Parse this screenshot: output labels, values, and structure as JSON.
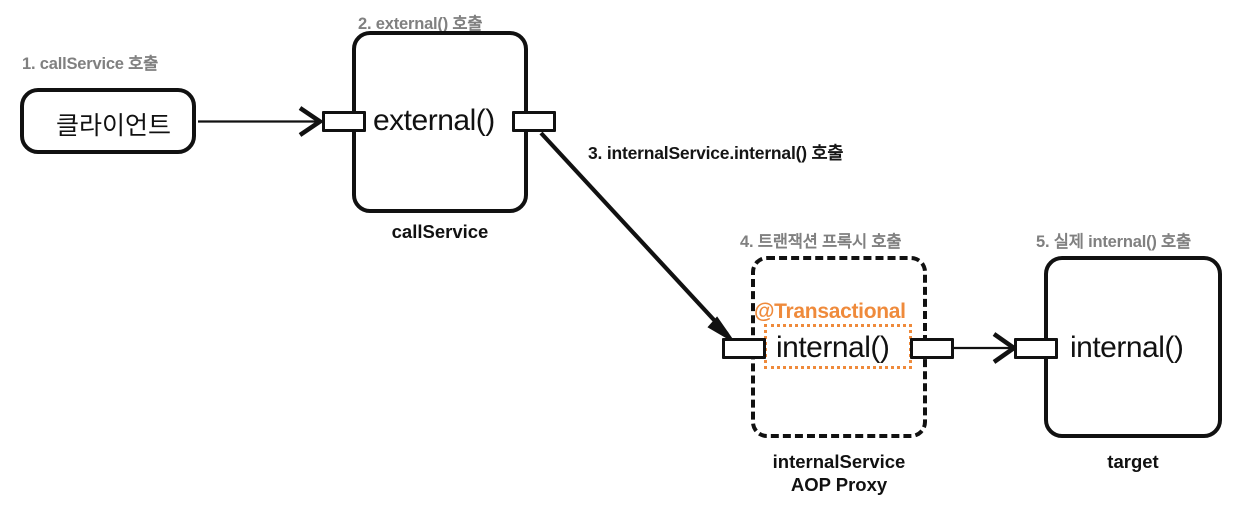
{
  "diagram": {
    "title": "Spring AOP Proxy self-invocation call flow",
    "colors": {
      "stroke": "#111111",
      "label_gray": "#808080",
      "label_dark": "#151515",
      "accent_orange": "#ef8a3b",
      "background": "#ffffff"
    }
  },
  "steps": [
    {
      "id": "step-1",
      "text": "1. callService 호출",
      "tone": "gray"
    },
    {
      "id": "step-2",
      "text": "2. external() 호출",
      "tone": "gray"
    },
    {
      "id": "step-3",
      "text": "3. internalService.internal() 호출",
      "tone": "dark"
    },
    {
      "id": "step-4",
      "text": "4. 트랜잭션 프록시 호출",
      "tone": "gray"
    },
    {
      "id": "step-5",
      "text": "5. 실제 internal() 호출",
      "tone": "gray"
    }
  ],
  "nodes": {
    "client": {
      "name": "클라이언트",
      "caption": ""
    },
    "call_service": {
      "method": "external()",
      "caption": "callService"
    },
    "proxy": {
      "method": "internal()",
      "annotation": "@Transactional",
      "caption_line1": "internalService",
      "caption_line2": "AOP Proxy",
      "border_style": "dashed"
    },
    "target": {
      "method": "internal()",
      "caption": "target"
    }
  },
  "connections": [
    {
      "id": "conn-client-to-external",
      "from": "client",
      "to": "call_service",
      "style": "thin-open-arrow"
    },
    {
      "id": "conn-external-to-proxy",
      "from": "call_service",
      "to": "proxy",
      "style": "thick-solid-arrow"
    },
    {
      "id": "conn-proxy-to-target",
      "from": "proxy",
      "to": "target",
      "style": "thin-open-arrow"
    }
  ]
}
